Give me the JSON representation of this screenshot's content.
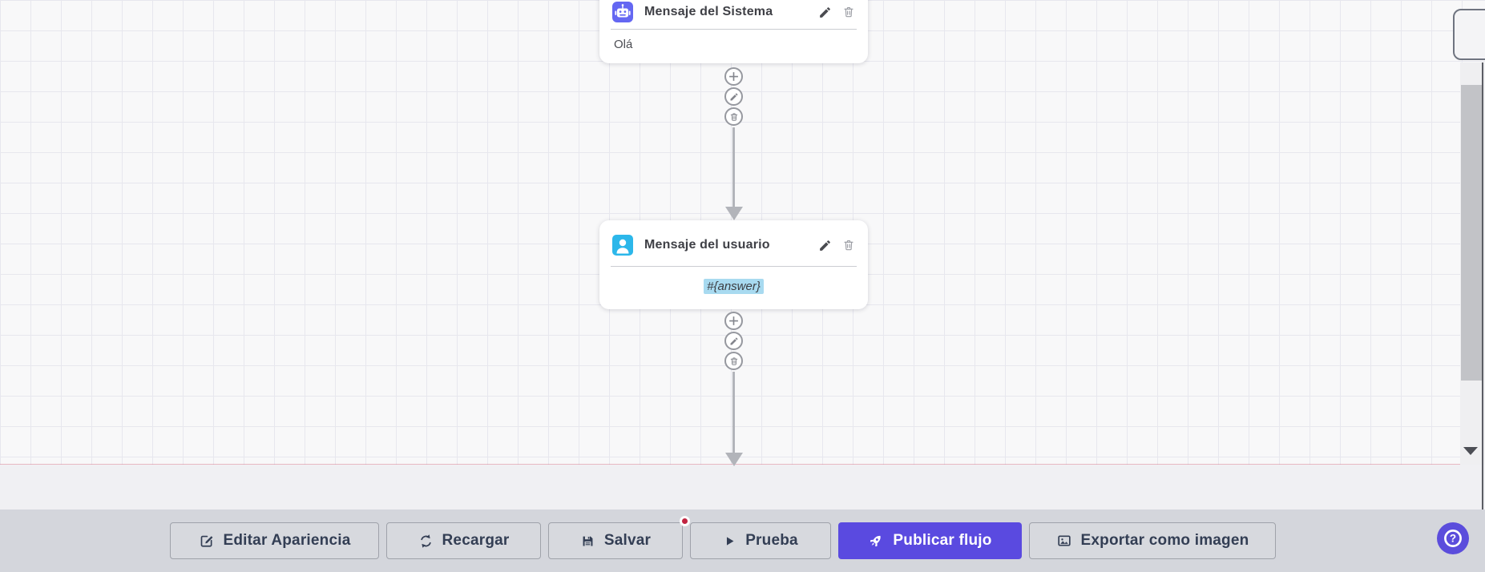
{
  "canvas": {
    "nodes": [
      {
        "title": "Mensaje del Sistema",
        "body": "Olá",
        "icon": "robot-icon",
        "icon_color": "#6467f2"
      },
      {
        "title": "Mensaje del usuario",
        "body": "#{answer}",
        "icon": "user-icon",
        "icon_color": "#2cb7ea",
        "highlight_color": "#a8daf0"
      }
    ],
    "step_action_icons": [
      "plus-icon",
      "pencil-icon",
      "trash-icon"
    ],
    "node_action_icons": [
      "pencil-icon",
      "trash-icon"
    ]
  },
  "toolbar": {
    "buttons": [
      {
        "label": "Editar Apariencia",
        "icon": "edit-square-icon"
      },
      {
        "label": "Recargar",
        "icon": "refresh-icon"
      },
      {
        "label": "Salvar",
        "icon": "save-icon",
        "badge_color": "#c12441"
      },
      {
        "label": "Prueba",
        "icon": "play-icon"
      },
      {
        "label": "Publicar flujo",
        "icon": "rocket-icon",
        "background": "#5a4ae0",
        "text_color": "#ffffff"
      },
      {
        "label": "Exportar como imagen",
        "icon": "image-icon"
      }
    ]
  },
  "help": {
    "label": "?",
    "background": "#5b4ddc"
  },
  "colors": {
    "canvas_background": "#f8f8f9",
    "grid_line": "#e7e7ee",
    "toolbar_background": "#d4d6dc",
    "accent_purple": "#5a4ae0",
    "node_system_icon": "#6467f2",
    "node_user_icon": "#2cb7ea",
    "unsaved_badge": "#c12441",
    "answer_highlight": "#a8daf0"
  }
}
